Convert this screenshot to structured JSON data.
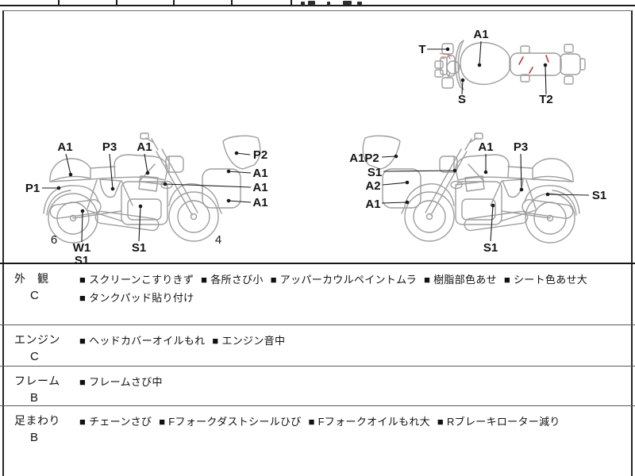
{
  "meta": {
    "document_type": "motorcycle-auction-inspection-sheet",
    "colors": {
      "line_art": "#9e9e9e",
      "annotation": "#1a1a1a",
      "damage_mark": "#c23434",
      "border": "#1c1c1c"
    }
  },
  "diagrams": {
    "top_view": {
      "labels": [
        "A1",
        "T",
        "S",
        "T2"
      ]
    },
    "left_view": {
      "labels": [
        "A1",
        "P3",
        "A1",
        "P2",
        "A1",
        "A1",
        "A1",
        "P1",
        "W1",
        "S1",
        "S1"
      ],
      "numbers": [
        "6",
        "4"
      ]
    },
    "right_view": {
      "labels": [
        "A1P2",
        "S1",
        "A2",
        "A1",
        "A1",
        "P3",
        "S1",
        "S1"
      ]
    }
  },
  "sections": [
    {
      "name": "外　観",
      "grade": "C",
      "lines": [
        [
          "■ スクリーンこすりきず",
          "■ 各所さび小",
          "■ アッパーカウルペイントムラ",
          "■ 樹脂部色あせ",
          "■ シート色あせ大"
        ],
        [
          "■ タンクパッド貼り付け"
        ]
      ]
    },
    {
      "name": "エンジン",
      "grade": "C",
      "lines": [
        [
          "■ ヘッドカバーオイルもれ",
          "■ エンジン音中"
        ]
      ]
    },
    {
      "name": "フレーム",
      "grade": "B",
      "lines": [
        [
          "■ フレームさび中"
        ]
      ]
    },
    {
      "name": "足まわり",
      "grade": "B",
      "lines": [
        [
          "■ チェーンさび",
          "■ Fフォークダストシールひび",
          "■ Fフォークオイルもれ大",
          "■ Rブレーキローター減り"
        ]
      ]
    }
  ]
}
